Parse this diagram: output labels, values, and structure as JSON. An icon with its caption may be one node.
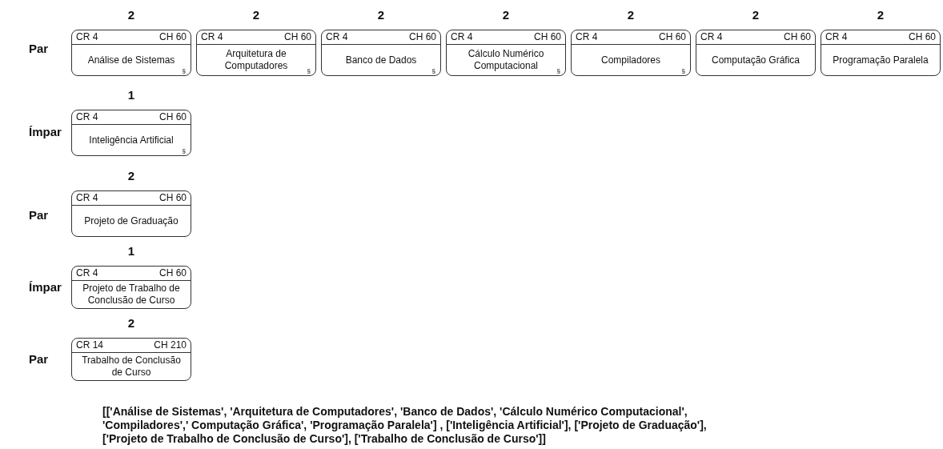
{
  "diagram": {
    "nodes": [
      {
        "text": [
          "CR 4",
          "CH 60",
          "Análise de Sistemas",
          "§"
        ],
        "beside": [
          "2"
        ]
      },
      {
        "text": [
          "CR 4",
          "CH 60",
          "Arquitetura de Computadores",
          "§"
        ],
        "beside": [
          "2"
        ]
      },
      {
        "text": [
          "CR 4",
          "CH 60",
          "Banco de Dados",
          "§"
        ],
        "beside": [
          "2"
        ]
      },
      {
        "text": [
          "CR 4",
          "CH 60",
          "Cálculo Numérico Computacional",
          "§"
        ],
        "beside": [
          "2"
        ]
      },
      {
        "text": [
          "CR 4",
          "CH 60",
          "Compiladores",
          "§"
        ],
        "beside": [
          "2"
        ]
      },
      {
        "text": [
          "CR 4",
          "CH 60",
          "Computação Gráfica"
        ],
        "beside": [
          "2"
        ]
      },
      {
        "text": [
          "CR 4",
          "CH 60",
          "Programação Paralela"
        ],
        "beside": [
          "2"
        ]
      },
      {
        "text": [
          "CR 4",
          "CH 60",
          "Inteligência Artificial",
          "§"
        ],
        "beside": [
          "1"
        ]
      },
      {
        "text": [
          "CR 4",
          "CH 60",
          "Projeto de Graduação"
        ],
        "beside": [
          "2"
        ]
      },
      {
        "text": [
          "CR 4",
          "CH 60",
          "Projeto de Trabalho de Conclusão de Curso"
        ],
        "beside": [
          "1"
        ]
      },
      {
        "text": [
          "CR 14",
          "CH 210",
          "Trabalho de Conclusão de Curso"
        ],
        "beside": [
          "2"
        ]
      }
    ],
    "edges": [],
    "labels": [
      "Par",
      "Ímpar",
      "Par",
      "Ímpar",
      "Par",
      "[['Análise de Sistemas', 'Arquitetura de Computadores', 'Banco de Dados', 'Cálculo Numérico Computacional', 'Compiladores',' Computação Gráfica', 'Programação Paralela'] , ['Inteligência Artificial'], ['Projeto de Graduação'], ['Projeto de Trabalho de Conclusão de Curso'], ['Trabalho de Conclusão de Curso']]"
    ]
  }
}
